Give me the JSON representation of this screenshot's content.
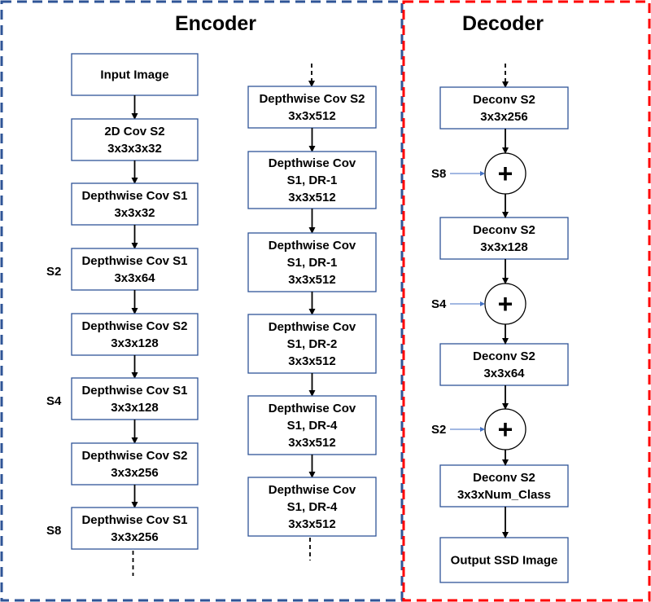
{
  "encoder": {
    "title": "Encoder",
    "border_color": "#2F5597",
    "column1": [
      {
        "lines": [
          "Input Image"
        ]
      },
      {
        "lines": [
          "2D Cov S2",
          "3x3x3x32"
        ]
      },
      {
        "lines": [
          "Depthwise Cov S1",
          "3x3x32"
        ]
      },
      {
        "lines": [
          "Depthwise Cov S1",
          "3x3x64"
        ],
        "side_label": "S2"
      },
      {
        "lines": [
          "Depthwise Cov S2",
          "3x3x128"
        ]
      },
      {
        "lines": [
          "Depthwise Cov S1",
          "3x3x128"
        ],
        "side_label": "S4"
      },
      {
        "lines": [
          "Depthwise Cov S2",
          "3x3x256"
        ]
      },
      {
        "lines": [
          "Depthwise Cov S1",
          "3x3x256"
        ],
        "side_label": "S8"
      }
    ],
    "column2": [
      {
        "lines": [
          "Depthwise Cov S2",
          "3x3x512"
        ]
      },
      {
        "lines": [
          "Depthwise Cov",
          "S1, DR-1",
          "3x3x512"
        ]
      },
      {
        "lines": [
          "Depthwise Cov",
          "S1, DR-1",
          "3x3x512"
        ]
      },
      {
        "lines": [
          "Depthwise Cov",
          "S1, DR-2",
          "3x3x512"
        ]
      },
      {
        "lines": [
          "Depthwise Cov",
          "S1, DR-4",
          "3x3x512"
        ]
      },
      {
        "lines": [
          "Depthwise Cov",
          "S1, DR-4",
          "3x3x512"
        ]
      }
    ]
  },
  "decoder": {
    "title": "Decoder",
    "border_color": "#FF0000",
    "boxes": [
      {
        "lines": [
          "Deconv S2",
          "3x3x256"
        ]
      },
      {
        "lines": [
          "Deconv S2",
          "3x3x128"
        ]
      },
      {
        "lines": [
          "Deconv S2",
          "3x3x64"
        ]
      },
      {
        "lines": [
          "Deconv S2",
          "3x3xNum_Class"
        ]
      },
      {
        "lines": [
          "Output SSD Image"
        ]
      }
    ],
    "adders": [
      {
        "symbol": "+",
        "skip_label": "S8"
      },
      {
        "symbol": "+",
        "skip_label": "S4"
      },
      {
        "symbol": "+",
        "skip_label": "S2"
      }
    ]
  },
  "colors": {
    "box_border": "#2F5597",
    "arrow": "#000000",
    "skip_arrow": "#4472C4"
  }
}
